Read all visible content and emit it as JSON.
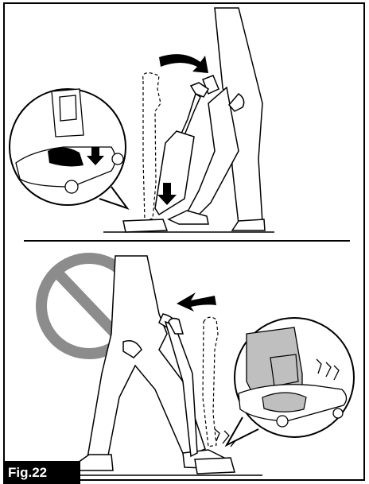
{
  "figure": {
    "label": "Fig.22"
  },
  "panels": [
    {
      "name": "correct-tilt-back",
      "icon": "foot-on-pedal-tilt-back"
    },
    {
      "name": "incorrect-push-forward",
      "icon": "prohibition-sign"
    }
  ],
  "colors": {
    "ink": "#000000",
    "prohibition": "#8c8c8c",
    "skin_gray": "#bfbfbf"
  }
}
